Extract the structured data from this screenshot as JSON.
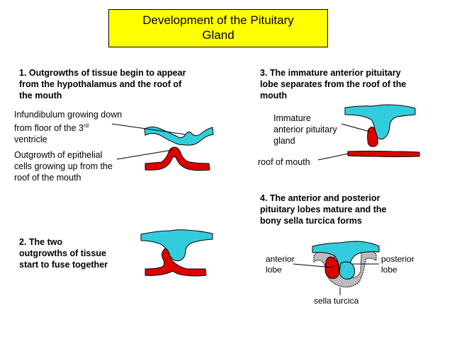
{
  "title": {
    "line1": "Development of the Pituitary",
    "line2": "Gland"
  },
  "steps": {
    "s1": {
      "l1": "1. Outgrowths of tissue begin to appear",
      "l2": "from the hypothalamus and the roof of",
      "l3": "the mouth"
    },
    "s2": {
      "l1": "2. The two",
      "l2": "outgrowths of tissue",
      "l3": "start to fuse together"
    },
    "s3": {
      "l1": "3. The immature anterior pituitary",
      "l2": "lobe separates from the roof of the",
      "l3": "mouth"
    },
    "s4": {
      "l1": "4. The anterior and posterior",
      "l2": "pituitary lobes mature and the",
      "l3": "bony sella turcica forms"
    }
  },
  "labels": {
    "infundibulum": {
      "l1": "Infundibulum growing down",
      "l2a": "from floor  of the 3",
      "l2sup": "rd",
      "l3": "ventricle"
    },
    "epithelial": {
      "l1": "Outgrowth of epithelial",
      "l2": "cells growing up from the",
      "l3": "roof of the mouth"
    },
    "immature": {
      "l1": "Immature",
      "l2": "anterior pituitary",
      "l3": "gland"
    },
    "roof": "roof of mouth",
    "anterior": {
      "l1": "anterior",
      "l2": "lobe"
    },
    "posterior": {
      "l1": "posterior",
      "l2": "lobe"
    },
    "sella": "sella turcica"
  },
  "colors": {
    "title_bg": "#ffff00",
    "neural": "#33ccdd",
    "epithelial": "#dd0000",
    "bone": "#bbbbbb"
  }
}
